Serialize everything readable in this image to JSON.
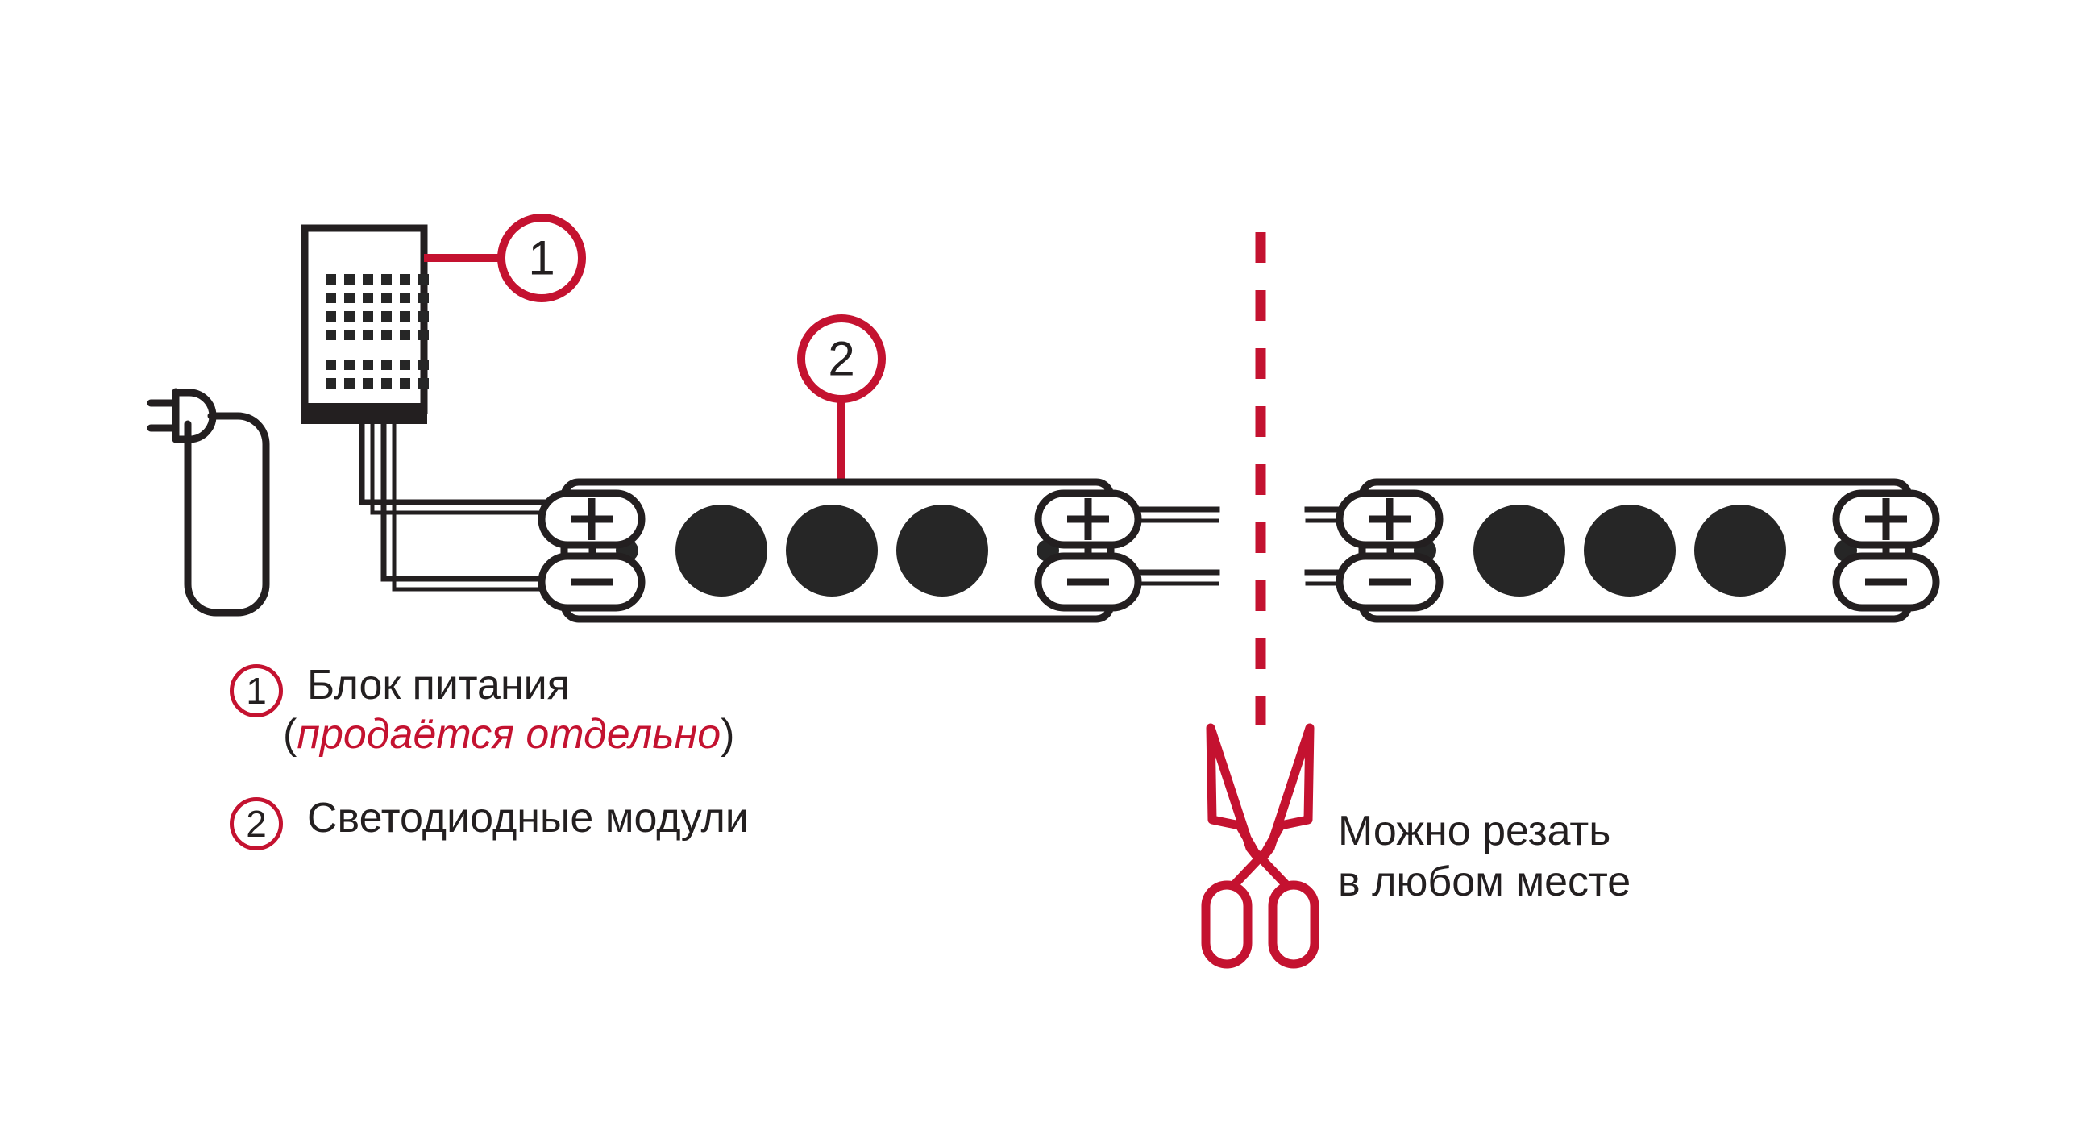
{
  "diagram": {
    "title_present": false,
    "background": "#ffffff",
    "colors": {
      "accent_red": "#C41230",
      "ink": "#231f20",
      "led_fill": "#262626"
    },
    "callouts": [
      {
        "id": "1",
        "label": "1",
        "target": "power-supply"
      },
      {
        "id": "2",
        "label": "2",
        "target": "led-module"
      }
    ],
    "power_supply": {
      "name": "power-supply-unit",
      "vent_columns": 6,
      "vent_rows": 6,
      "plug": "mains-plug"
    },
    "modules": [
      {
        "name": "led-module-left",
        "led_count": 3,
        "terminals": [
          {
            "side": "left",
            "plus": "+",
            "minus": "−"
          },
          {
            "side": "right",
            "plus": "+",
            "minus": "−"
          }
        ]
      },
      {
        "name": "led-module-right",
        "led_count": 3,
        "terminals": [
          {
            "side": "left",
            "plus": "+",
            "minus": "−"
          },
          {
            "side": "right",
            "plus": "+",
            "minus": "−"
          }
        ]
      }
    ],
    "cut_line": {
      "name": "cut-guide-dashed-line",
      "color": "#C41230",
      "orientation": "vertical"
    },
    "scissors": {
      "name": "scissors-icon",
      "color": "#C41230"
    }
  },
  "terminal_labels": {
    "plus": "+",
    "minus": "−"
  },
  "legend": {
    "items": [
      {
        "badge": "1",
        "line1": "Блок питания",
        "paren_open": "(",
        "note": "продаётся отдельно",
        "paren_close": ")"
      },
      {
        "badge": "2",
        "line1": "Светодиодные модули"
      }
    ]
  },
  "cut_note": {
    "line1": "Можно резать",
    "line2": "в любом месте"
  }
}
